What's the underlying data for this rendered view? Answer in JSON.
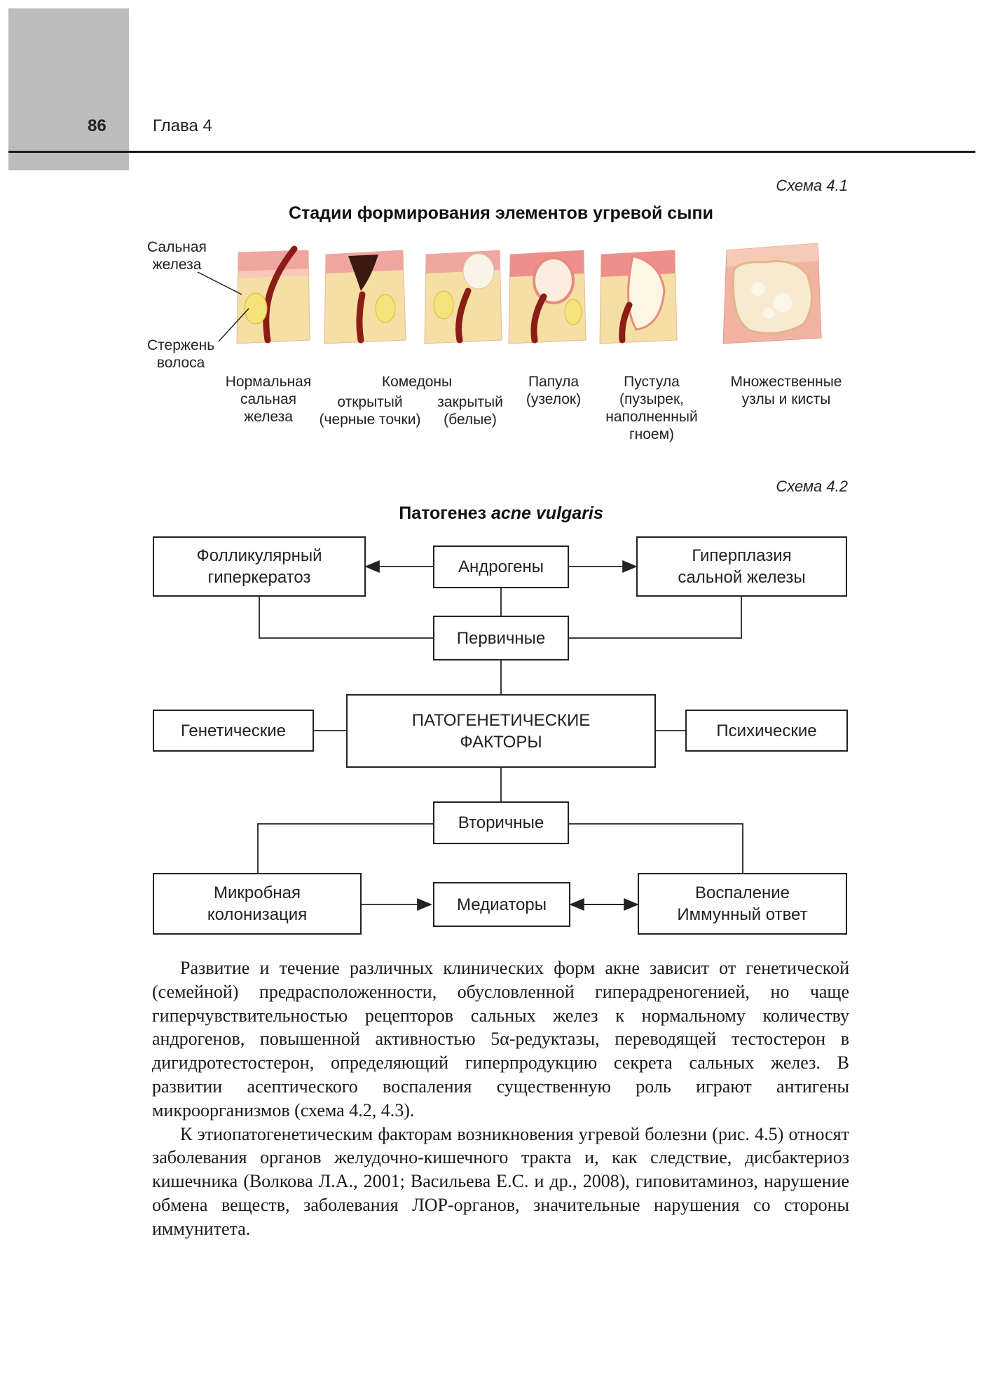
{
  "header": {
    "page_number": "86",
    "chapter": "Глава 4"
  },
  "scheme1": {
    "label": "Схема 4.1",
    "title": "Стадии формирования элементов угревой сыпи",
    "callouts": {
      "gland": "Сальная\nжелеза",
      "hair": "Стержень\nволоса"
    },
    "stages": {
      "normal": "Нормальная\nсальная\nжелеза",
      "comedones": "Комедоны",
      "open": "открытый\n(черные точки)",
      "closed": "закрытый\n(белые)",
      "papule": "Папула\n(узелок)",
      "pustule": "Пустула\n(пузырек,\nнаполненный\nгноем)",
      "nodules": "Множественные\nузлы и кисты"
    }
  },
  "scheme2": {
    "label": "Схема 4.2",
    "title_prefix": "Патогенез ",
    "title_italic": "acne vulgaris",
    "boxes": {
      "follicular": "Фолликулярный\nгиперкератоз",
      "androgens": "Андрогены",
      "hyperplasia": "Гиперплазия\nсальной железы",
      "primary": "Первичные",
      "genetic": "Генетические",
      "factors": "ПАТОГЕНЕТИЧЕСКИЕ\nФАКТОРЫ",
      "psychic": "Психические",
      "secondary": "Вторичные",
      "microbial": "Микробная\nколонизация",
      "mediators": "Медиаторы",
      "inflammation": "Воспаление\nИммунный ответ"
    }
  },
  "body": {
    "p1": "Развитие и течение различных клинических форм акне зависит от генетической (семейной) предрасположенности, обусловленной гиперадреногенией, но чаще гиперчувствительностью рецепторов сальных желез к нормальному количеству андрогенов, повышенной активностью 5α-редуктазы, переводящей тестостерон в дигидротестостерон, определяющий гиперпродукцию секрета сальных желез. В развитии асептического воспаления существенную роль играют антигены микроорганизмов (схема 4.2, 4.3).",
    "p2": "К этиопатогенетическим факторам возникновения угревой болезни (рис. 4.5) относят заболевания органов желудочно-кишечного тракта и, как следствие, дисбактериоз кишечника (Волкова Л.А., 2001; Васильева Е.С. и др., 2008), гиповитаминоз, нарушение обмена веществ, заболевания ЛОР-органов, значительные нарушения со стороны иммунитета."
  }
}
